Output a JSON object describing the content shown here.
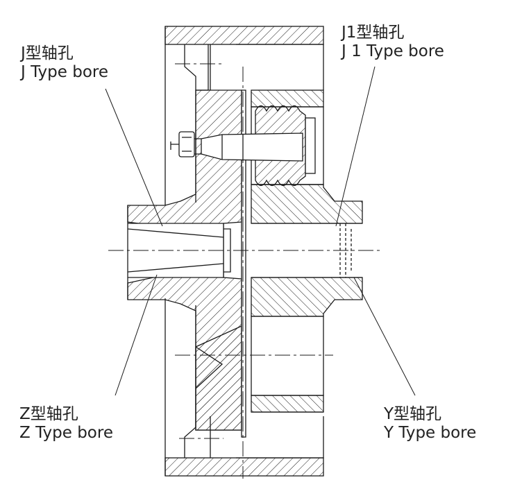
{
  "labels": {
    "j": {
      "cn": "J型轴孔",
      "en": "J   Type bore"
    },
    "j1": {
      "cn": "J1型轴孔",
      "en": "J 1  Type bore"
    },
    "z": {
      "cn": "Z型轴孔",
      "en": "Z  Type bore"
    },
    "y": {
      "cn": "Y型轴孔",
      "en": "Y  Type bore"
    }
  },
  "colors": {
    "line": "#1a1a1a",
    "text": "#222222",
    "background": "#ffffff"
  }
}
